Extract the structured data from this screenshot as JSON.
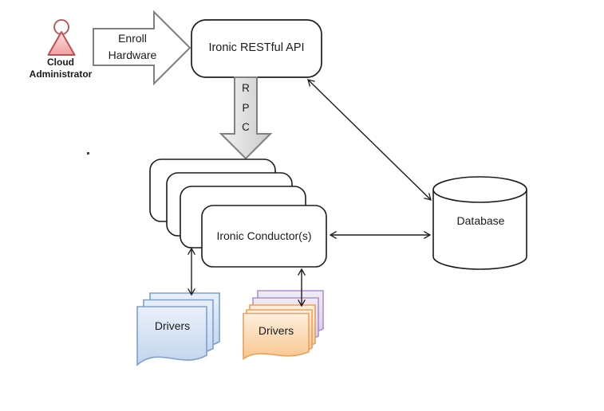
{
  "diagram": {
    "actor": {
      "label": "Cloud\nAdministrator"
    },
    "enroll_arrow": {
      "label": "Enroll\nHardware"
    },
    "api_box": {
      "label": "Ironic RESTful API"
    },
    "rpc_arrow": {
      "label": "R\nP\nC"
    },
    "conductor": {
      "label": "Ironic Conductor(s)",
      "stack_count": 4
    },
    "database": {
      "label": "Database"
    },
    "drivers_blue": {
      "label": "Drivers",
      "doc_count": 3
    },
    "drivers_orange": {
      "label": "Drivers",
      "orange_doc_count": 3,
      "purple_doc_count": 2
    },
    "colors": {
      "actor_border": "#C0504D",
      "actor_fill": "#EFA0A0",
      "block_arrow_border": "#7F7F7F",
      "rpc_fill": "#D9D9D9",
      "box_stroke": "#1C1C1C",
      "blue_doc_border": "#7C9FD4",
      "blue_doc_fill": "#D6E2F4",
      "orange_doc_border": "#E8A15D",
      "orange_doc_fill": "#FBD8AE",
      "purple_doc_border": "#A894C9",
      "purple_doc_fill": "#E2DAEF",
      "connector_line": "#1C1C1C"
    }
  }
}
